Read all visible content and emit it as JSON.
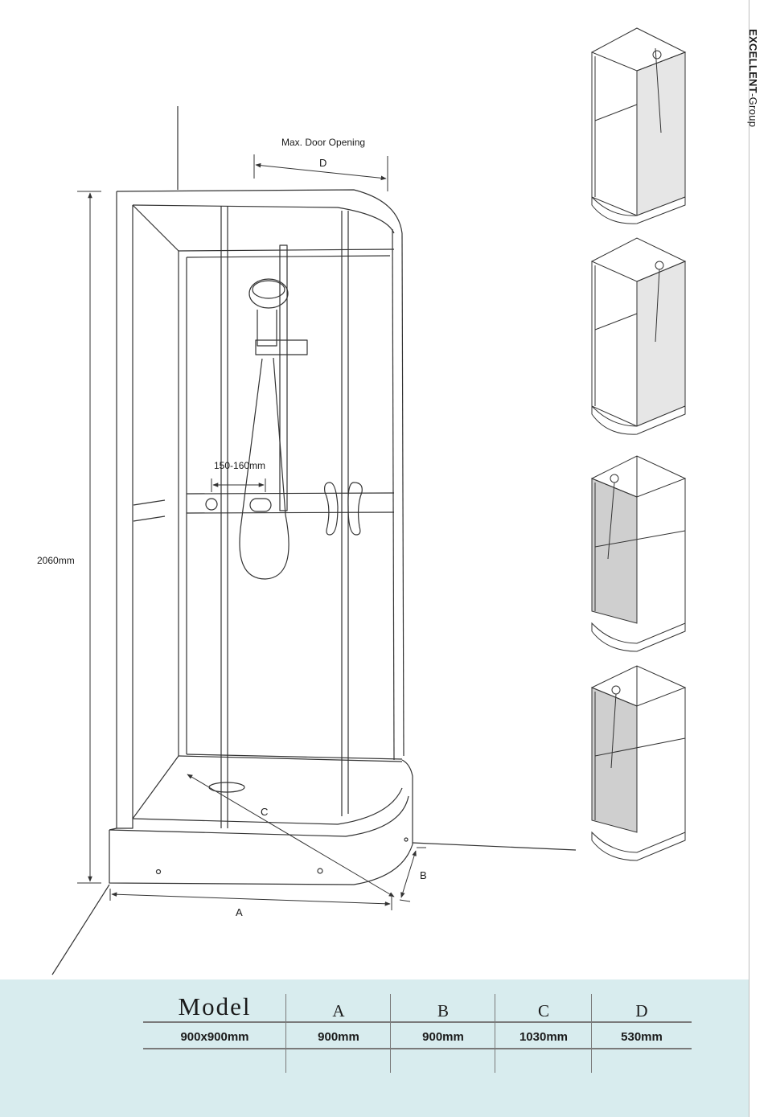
{
  "brand": {
    "bold": "EXCELLENT",
    "light": "-Group"
  },
  "drawing": {
    "labels": {
      "door_opening": "Max. Door Opening",
      "d": "D",
      "height": "2060mm",
      "valve_spacing": "150-160mm",
      "c": "C",
      "b": "B",
      "a": "A"
    }
  },
  "table": {
    "headers": [
      "Model",
      "A",
      "B",
      "C",
      "D"
    ],
    "row": [
      "900x900mm",
      "900mm",
      "900mm",
      "1030mm",
      "530mm"
    ]
  },
  "colors": {
    "table_band": "#d8ecee",
    "line": "#333333"
  }
}
